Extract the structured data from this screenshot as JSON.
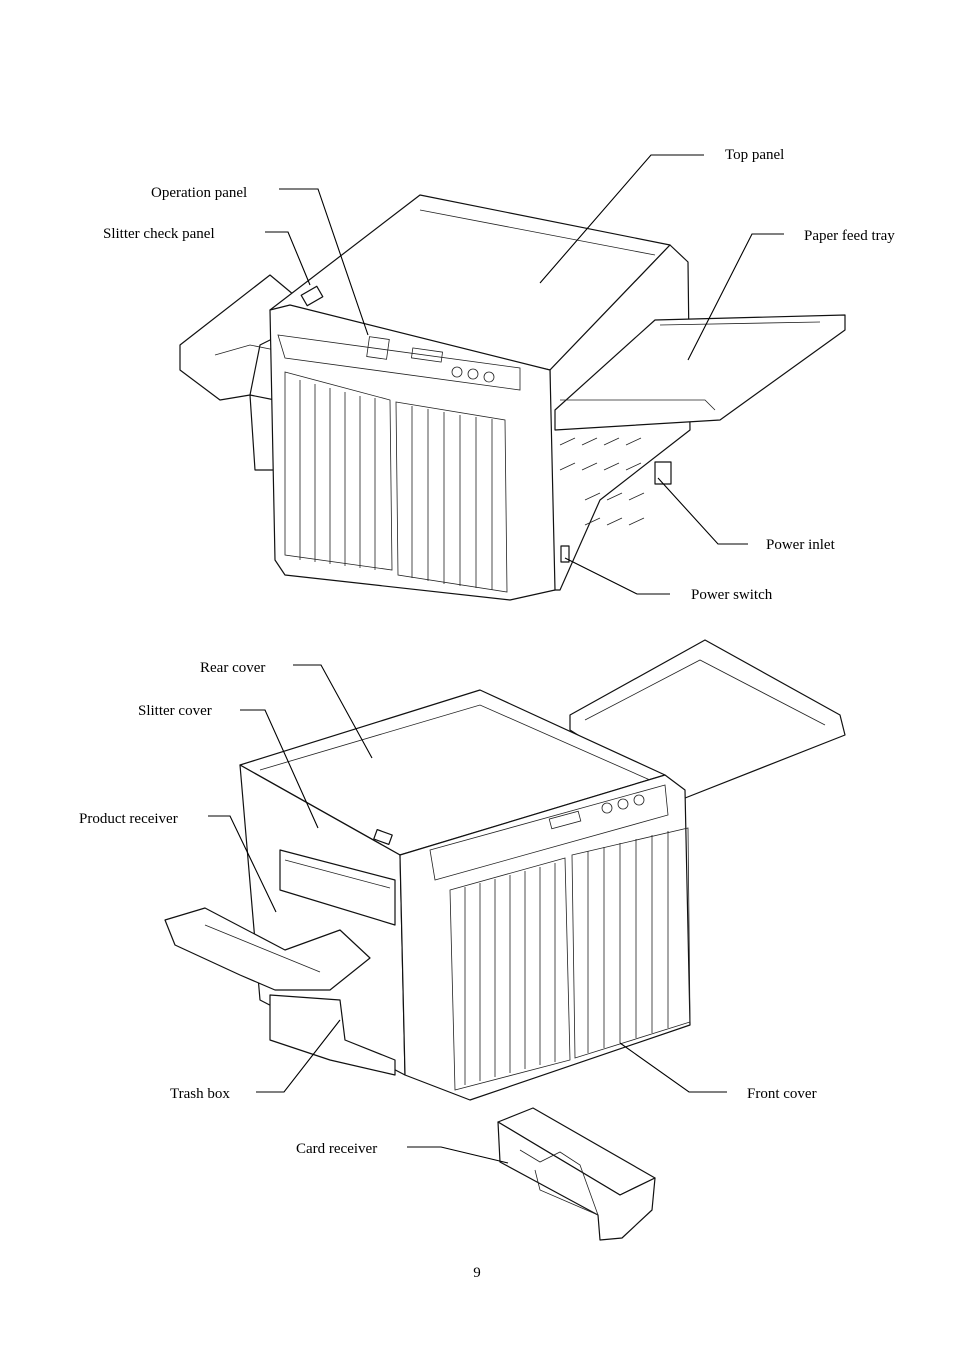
{
  "figure_top": {
    "labels": {
      "top_panel": "Top panel",
      "operation_panel": "Operation panel",
      "slitter_check_panel": "Slitter check panel",
      "paper_feed_tray": "Paper feed tray",
      "power_inlet": "Power inlet",
      "power_switch": "Power switch"
    }
  },
  "figure_bottom": {
    "labels": {
      "rear_cover": "Rear cover",
      "slitter_cover": "Slitter cover",
      "product_receiver": "Product receiver",
      "trash_box": "Trash box",
      "front_cover": "Front cover",
      "card_receiver": "Card receiver"
    }
  },
  "page_number": "9"
}
